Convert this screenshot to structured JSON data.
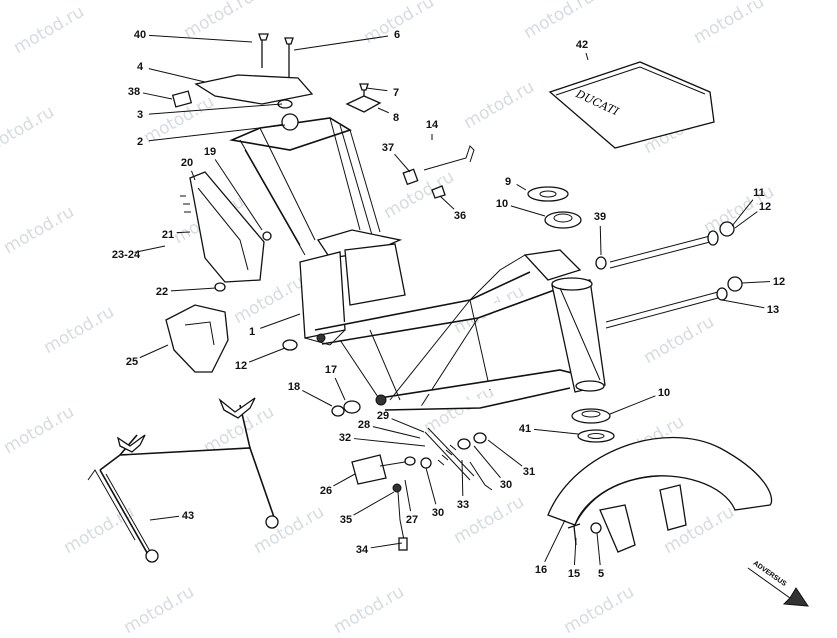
{
  "watermark": "motod.ru",
  "logo_text": "DUCATI",
  "arrow_text": "ADVERSUS",
  "callouts": [
    {
      "id": "c40",
      "text": "40"
    },
    {
      "id": "c6",
      "text": "6"
    },
    {
      "id": "c4",
      "text": "4"
    },
    {
      "id": "c38",
      "text": "38"
    },
    {
      "id": "c7",
      "text": "7"
    },
    {
      "id": "c3",
      "text": "3"
    },
    {
      "id": "c8",
      "text": "8"
    },
    {
      "id": "c2",
      "text": "2"
    },
    {
      "id": "c42",
      "text": "42"
    },
    {
      "id": "c14",
      "text": "14"
    },
    {
      "id": "c37",
      "text": "37"
    },
    {
      "id": "c19",
      "text": "19"
    },
    {
      "id": "c20",
      "text": "20"
    },
    {
      "id": "c9",
      "text": "9"
    },
    {
      "id": "c36",
      "text": "36"
    },
    {
      "id": "c10a",
      "text": "10"
    },
    {
      "id": "c11",
      "text": "11"
    },
    {
      "id": "c12a",
      "text": "12"
    },
    {
      "id": "c39",
      "text": "39"
    },
    {
      "id": "c21",
      "text": "21"
    },
    {
      "id": "c2324",
      "text": "23-24"
    },
    {
      "id": "c12b",
      "text": "12"
    },
    {
      "id": "c22",
      "text": "22"
    },
    {
      "id": "c13",
      "text": "13"
    },
    {
      "id": "c1",
      "text": "1"
    },
    {
      "id": "c25",
      "text": "25"
    },
    {
      "id": "c12c",
      "text": "12"
    },
    {
      "id": "c17",
      "text": "17"
    },
    {
      "id": "c18",
      "text": "18"
    },
    {
      "id": "c10b",
      "text": "10"
    },
    {
      "id": "c29",
      "text": "29"
    },
    {
      "id": "c28",
      "text": "28"
    },
    {
      "id": "c41",
      "text": "41"
    },
    {
      "id": "c32",
      "text": "32"
    },
    {
      "id": "c31",
      "text": "31"
    },
    {
      "id": "c26",
      "text": "26"
    },
    {
      "id": "c30a",
      "text": "30"
    },
    {
      "id": "c33",
      "text": "33"
    },
    {
      "id": "c30b",
      "text": "30"
    },
    {
      "id": "c43",
      "text": "43"
    },
    {
      "id": "c35",
      "text": "35"
    },
    {
      "id": "c27",
      "text": "27"
    },
    {
      "id": "c34",
      "text": "34"
    },
    {
      "id": "c16",
      "text": "16"
    },
    {
      "id": "c15",
      "text": "15"
    },
    {
      "id": "c5",
      "text": "5"
    }
  ]
}
